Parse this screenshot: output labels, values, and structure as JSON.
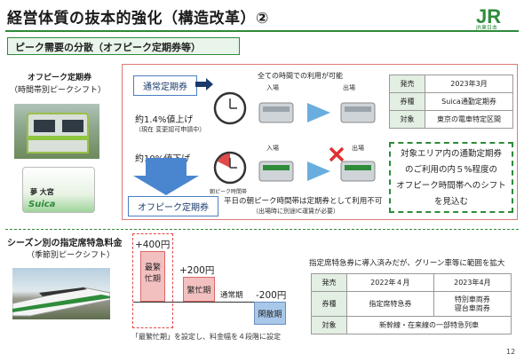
{
  "header": {
    "title": "経営体質の抜本的強化（構造改革）②",
    "logo_text": "JR東日本",
    "logo_letters": "JR"
  },
  "section1": {
    "title": "ピーク需要の分散（オフピーク定期券等）",
    "side_title": "オフピーク定期券",
    "side_subtitle": "（時間帯別ピークシフト）",
    "card_line1": "夢 大宮",
    "card_brand": "Suica",
    "regular_pass": "通常定期券",
    "regular_change": "約1.4%値上げ",
    "regular_change_note": "（現在 変更認可申請中）",
    "offpeak_change": "約10%値下げ",
    "offpeak_pass": "オフピーク定期券",
    "clock_note": "朝ピーク時間帯",
    "all_times": "全ての時間での利用が可能",
    "entry1": "入場",
    "exit1": "出場",
    "entry2": "入場",
    "exit2": "出場",
    "restriction": "平日の朝ピーク時間帯は定期券として利用不可",
    "restriction_note": "（出場時に別途IC運賃が必要）",
    "table": [
      {
        "label": "発売",
        "value": "2023年3月"
      },
      {
        "label": "券種",
        "value": "Suica通勤定期券"
      },
      {
        "label": "対象",
        "value": "東京の電車特定区間"
      }
    ],
    "note_lines": [
      "対象エリア内の通勤定期券",
      "のご利用の内５%程度の",
      "オフピーク時間帯へのシフト",
      "を見込む"
    ]
  },
  "section2": {
    "title": "シーズン別の指定席特急料金",
    "subtitle": "（季節別ピークシフト）",
    "tiers": [
      {
        "label": "最繁忙期",
        "change": "+400円"
      },
      {
        "label": "繁忙期",
        "change": "+200円"
      },
      {
        "label": "通常期",
        "change": ""
      },
      {
        "label": "閑散期",
        "change": "-200円"
      }
    ],
    "footnote": "「最繁忙期」を設定し、料金幅を４段階に設定",
    "intro": "指定席特急券に導入済みだが、グリーン車等に範囲を拡大",
    "table": {
      "col1": "2022年４月",
      "col2": "2023年4月",
      "rows": [
        {
          "label": "発売",
          "v1": "2022年４月",
          "v2": "2023年4月"
        },
        {
          "label": "券種",
          "v1": "指定席特急券",
          "v2": "特別車両券\n寝台車両券"
        },
        {
          "label": "対象",
          "v1": "新幹線・在来線の一部特急列車",
          "v2": ""
        }
      ]
    }
  },
  "page_number": "12",
  "colors": {
    "brand_green": "#2e8b3a",
    "accent_red": "#e07a7a",
    "accent_blue": "#4a7fc1"
  }
}
